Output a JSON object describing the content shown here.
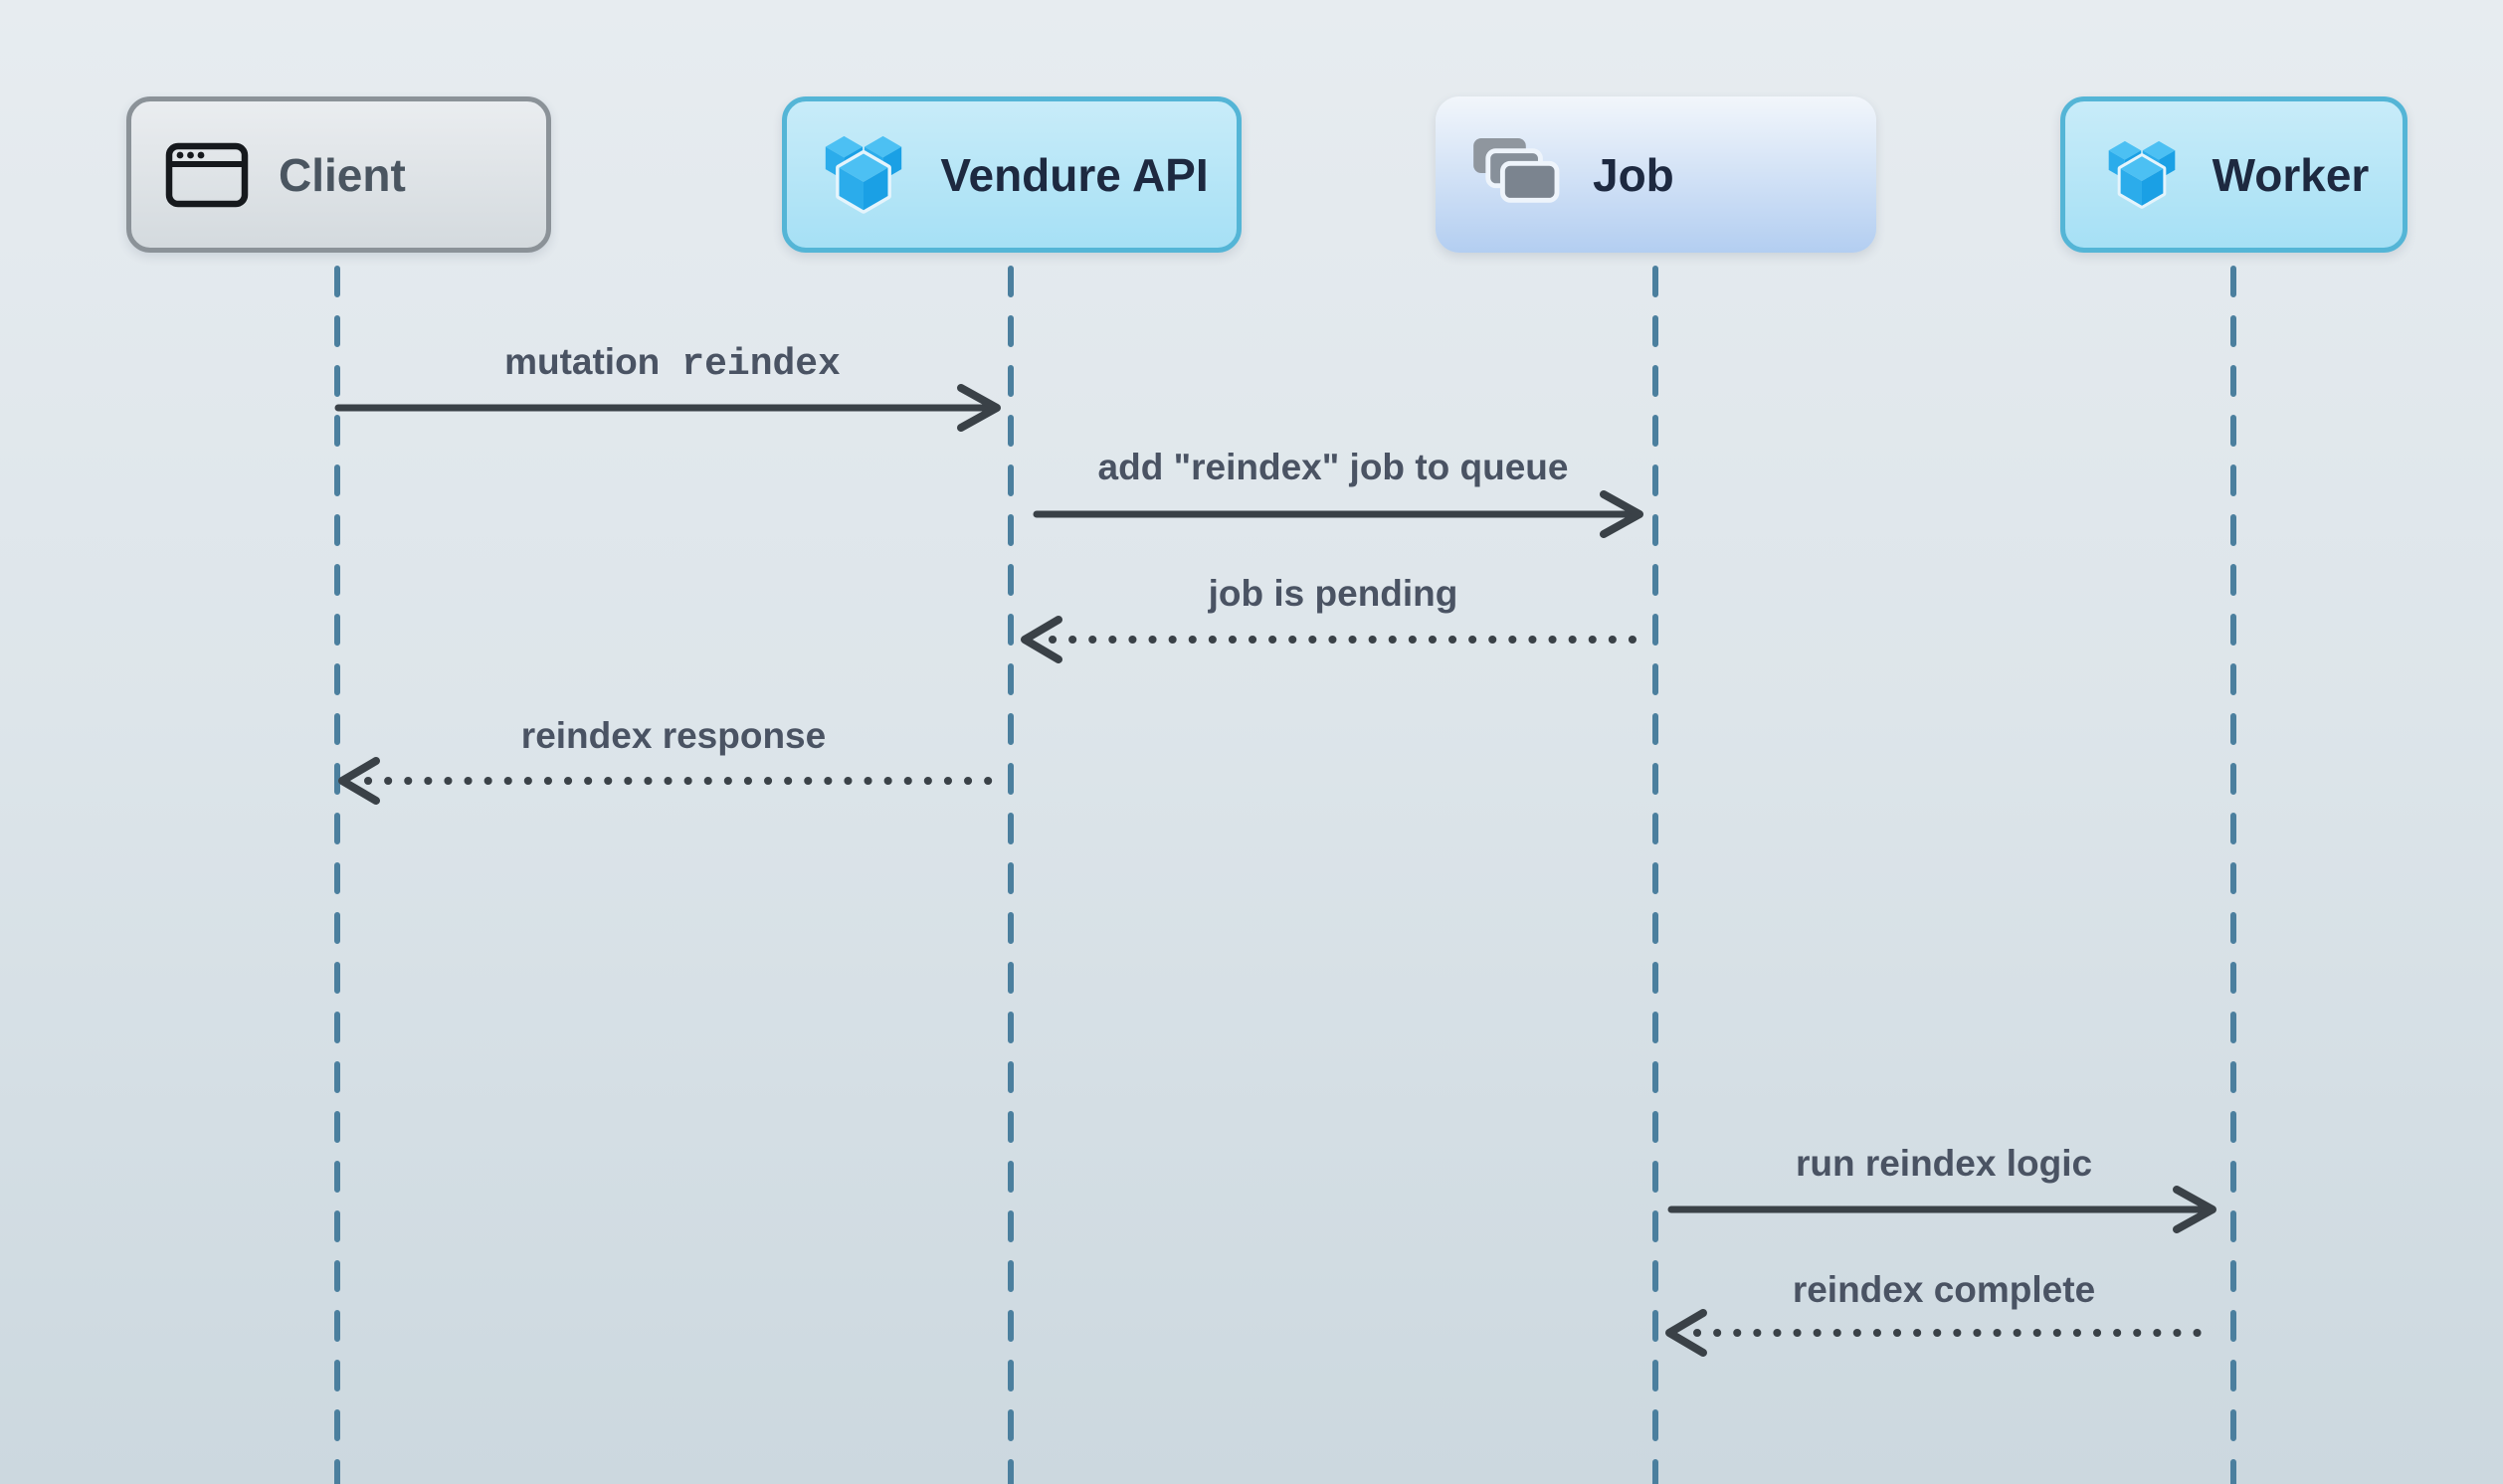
{
  "diagram": {
    "type": "sequence",
    "actors": [
      {
        "id": "client",
        "label": "Client",
        "icon": "browser-window-icon",
        "variant": "neutral"
      },
      {
        "id": "vendure_api",
        "label": "Vendure API",
        "icon": "vendure-logo-icon",
        "variant": "cyan"
      },
      {
        "id": "job",
        "label": "Job",
        "icon": "stacked-cards-icon",
        "variant": "periwinkle"
      },
      {
        "id": "worker",
        "label": "Worker",
        "icon": "vendure-logo-icon",
        "variant": "cyan"
      }
    ],
    "messages": [
      {
        "from": "client",
        "to": "vendure_api",
        "label": "mutation",
        "code": "reindex",
        "line": "solid",
        "direction": "right"
      },
      {
        "from": "vendure_api",
        "to": "job",
        "label": "add \"reindex\" job to queue",
        "line": "solid",
        "direction": "right"
      },
      {
        "from": "job",
        "to": "vendure_api",
        "label": "job is pending",
        "line": "dotted",
        "direction": "left"
      },
      {
        "from": "vendure_api",
        "to": "client",
        "label": "reindex response",
        "line": "dotted",
        "direction": "left"
      },
      {
        "from": "job",
        "to": "worker",
        "label": "run reindex logic",
        "line": "solid",
        "direction": "right"
      },
      {
        "from": "worker",
        "to": "job",
        "label": "reindex complete",
        "line": "dotted",
        "direction": "left"
      }
    ]
  },
  "colors": {
    "bg_top": "#e7ecf0",
    "bg_bottom": "#ccd8df",
    "lifeline": "#4b7f9e",
    "arrow": "#3a4147",
    "message_text": "#4a5363",
    "client_border": "#8b9298",
    "client_bg_top": "#eaedf0",
    "client_bg_bottom": "#d4dade",
    "client_text": "#4a5560",
    "cyan_border": "#54b5d6",
    "cyan_bg_top": "#c8ecf9",
    "cyan_bg_bottom": "#a6e0f5",
    "dark_text": "#1d2940",
    "job_bg_top": "#f2f6fb",
    "job_bg_bottom": "#b3cef1",
    "logo_blue_top": "#4cc0f3",
    "logo_blue_left": "#2baceb",
    "logo_blue_right": "#1aa0e5",
    "card_gray_back": "#8f969e",
    "card_gray_mid": "#87909a",
    "card_gray_front": "#7b848f"
  }
}
